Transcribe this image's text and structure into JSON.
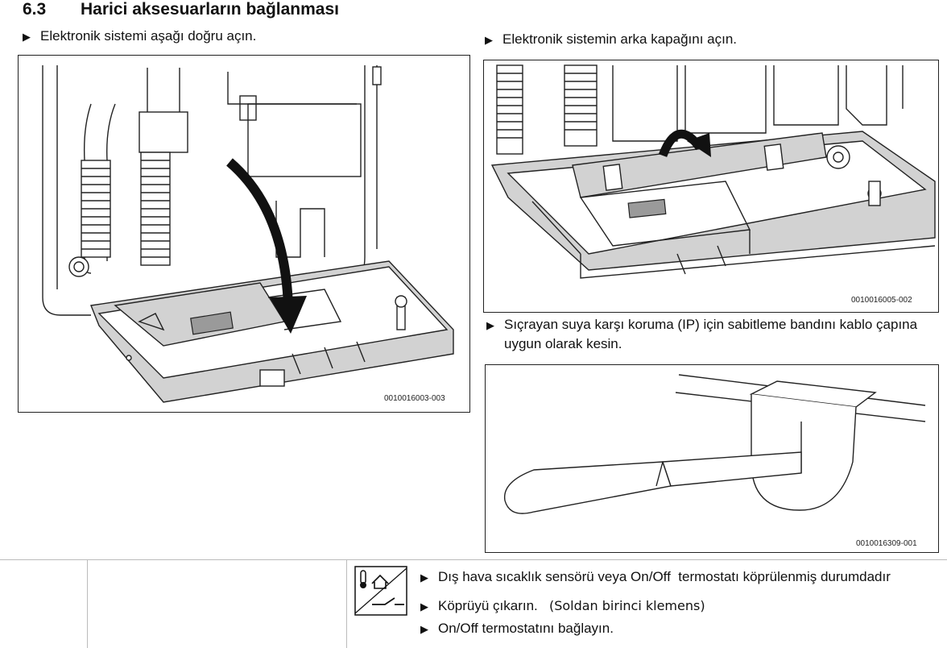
{
  "section": {
    "number": "6.3",
    "title": "Harici aksesuarların bağlanması"
  },
  "steps": {
    "open_down": "Elektronik sistemi aşağı doğru açın.",
    "open_back": "Elektronik sistemin arka kapağını açın.",
    "cut_band": "Sıçrayan suya karşı koruma (IP) için sabitleme bandını kablo çapına",
    "cut_band_2": "uygun olarak kesin."
  },
  "figures": {
    "fig1_code": "0010016003-003",
    "fig2_code": "0010016005-002",
    "fig3_code": "0010016309-001"
  },
  "table": {
    "row1_a": "Dış hava sıcaklık sensörü veya On/Off",
    "row1_b": "termostatı köprülenmiş durumdadır",
    "row2": "Köprüyü çıkarın.",
    "row2_note": "(Soldan birinci klemens)",
    "row3": "On/Off termostatını bağlayın."
  },
  "icons": {
    "bullet": "black-right-triangle",
    "table_symbol": "thermometer-house-switch-icon"
  }
}
